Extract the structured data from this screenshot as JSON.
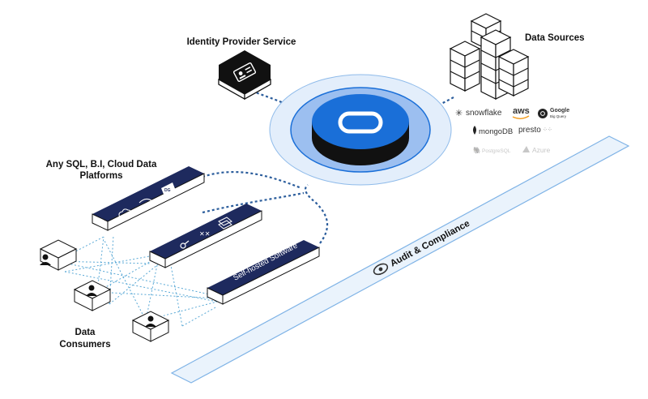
{
  "labels": {
    "identity_provider": "Identity Provider Service",
    "data_sources": "Data Sources",
    "platforms_line1": "Any SQL, B.I, Cloud Data",
    "platforms_line2": "Platforms",
    "consumers_line1": "Data",
    "consumers_line2": "Consumers",
    "self_hosted": "Self-hosted Software",
    "audit": "Audit & Compliance"
  },
  "data_source_logos": {
    "snowflake": "snowflake",
    "aws": "aws",
    "google_line1": "Google",
    "google_line2": "Big Query",
    "mongodb": "mongoDB",
    "presto": "presto",
    "postgresql": "PostgreSQL",
    "azure": "Azure"
  },
  "icons": {
    "hub": "cyral-logo-icon",
    "identity": "id-card-icon",
    "user": "user-icon",
    "audit": "eye-icon"
  },
  "colors": {
    "navy": "#1e2a5e",
    "accent_blue": "#1a6fd8",
    "halo": "#dce9fb",
    "band": "#e8f2fc",
    "dots": "#2b5d9c"
  }
}
